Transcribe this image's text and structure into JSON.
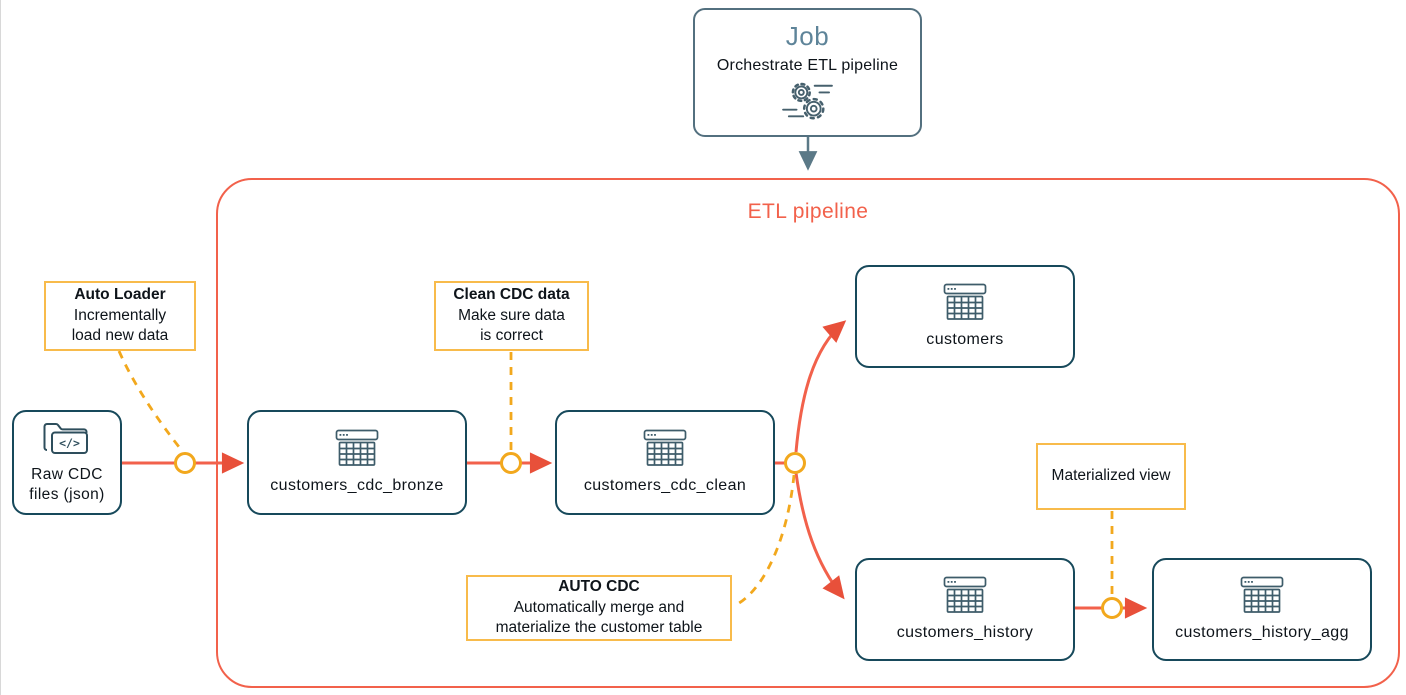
{
  "job": {
    "title": "Job",
    "subtitle": "Orchestrate ETL pipeline",
    "icon": "gears-icon"
  },
  "pipeline": {
    "label": "ETL pipeline"
  },
  "nodes": {
    "raw_cdc_files": {
      "label": "Raw CDC\nfiles (json)",
      "icon": "folder-code-icon"
    },
    "customers_cdc_bronze": {
      "label": "customers_cdc_bronze",
      "icon": "table-icon"
    },
    "customers_cdc_clean": {
      "label": "customers_cdc_clean",
      "icon": "table-icon"
    },
    "customers": {
      "label": "customers",
      "icon": "table-icon"
    },
    "customers_history": {
      "label": "customers_history",
      "icon": "table-icon"
    },
    "customers_history_agg": {
      "label": "customers_history_agg",
      "icon": "table-icon"
    }
  },
  "annotations": {
    "auto_loader": {
      "title": "Auto Loader",
      "body": "Incrementally\nload new data"
    },
    "clean_cdc": {
      "title": "Clean CDC data",
      "body": "Make sure data\nis correct"
    },
    "auto_cdc": {
      "title": "AUTO CDC",
      "body": "Automatically merge and\nmaterialize the customer table"
    },
    "materialized_view": {
      "body": "Materialized view"
    }
  },
  "colors": {
    "coral": "#f2614b",
    "coral_arrow": "#e8503a",
    "teal_border": "#17495b",
    "icon_stroke": "#3e5c6a",
    "slate_border": "#53707f",
    "slate_text": "#5e8499",
    "amber_border": "#f8bb4b",
    "orange_dash": "#f2a81d",
    "text": "#0e141a"
  }
}
